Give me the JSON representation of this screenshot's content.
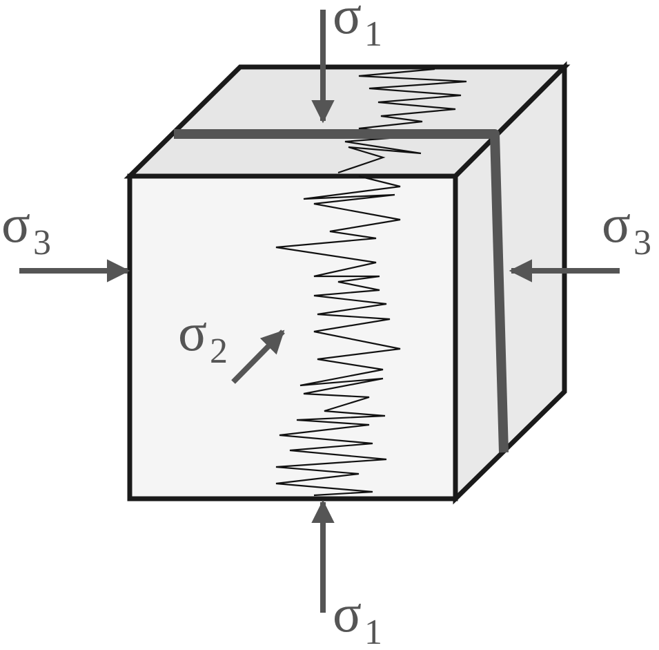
{
  "colors": {
    "front_face": "#f5f5f5",
    "top_face": "#e6e6e6",
    "side_face": "#e9e9e9",
    "cube_edge": "#1a1a1a",
    "fracture_line": "#111111",
    "arrow": "#555555",
    "label": "#555555",
    "background": "#ffffff"
  },
  "labels": {
    "sigma1_top": {
      "symbol": "σ",
      "subscript": "1"
    },
    "sigma1_bottom": {
      "symbol": "σ",
      "subscript": "1"
    },
    "sigma3_left": {
      "symbol": "σ",
      "subscript": "3"
    },
    "sigma3_right": {
      "symbol": "σ",
      "subscript": "3"
    },
    "sigma2_front": {
      "symbol": "σ",
      "subscript": "2"
    }
  }
}
